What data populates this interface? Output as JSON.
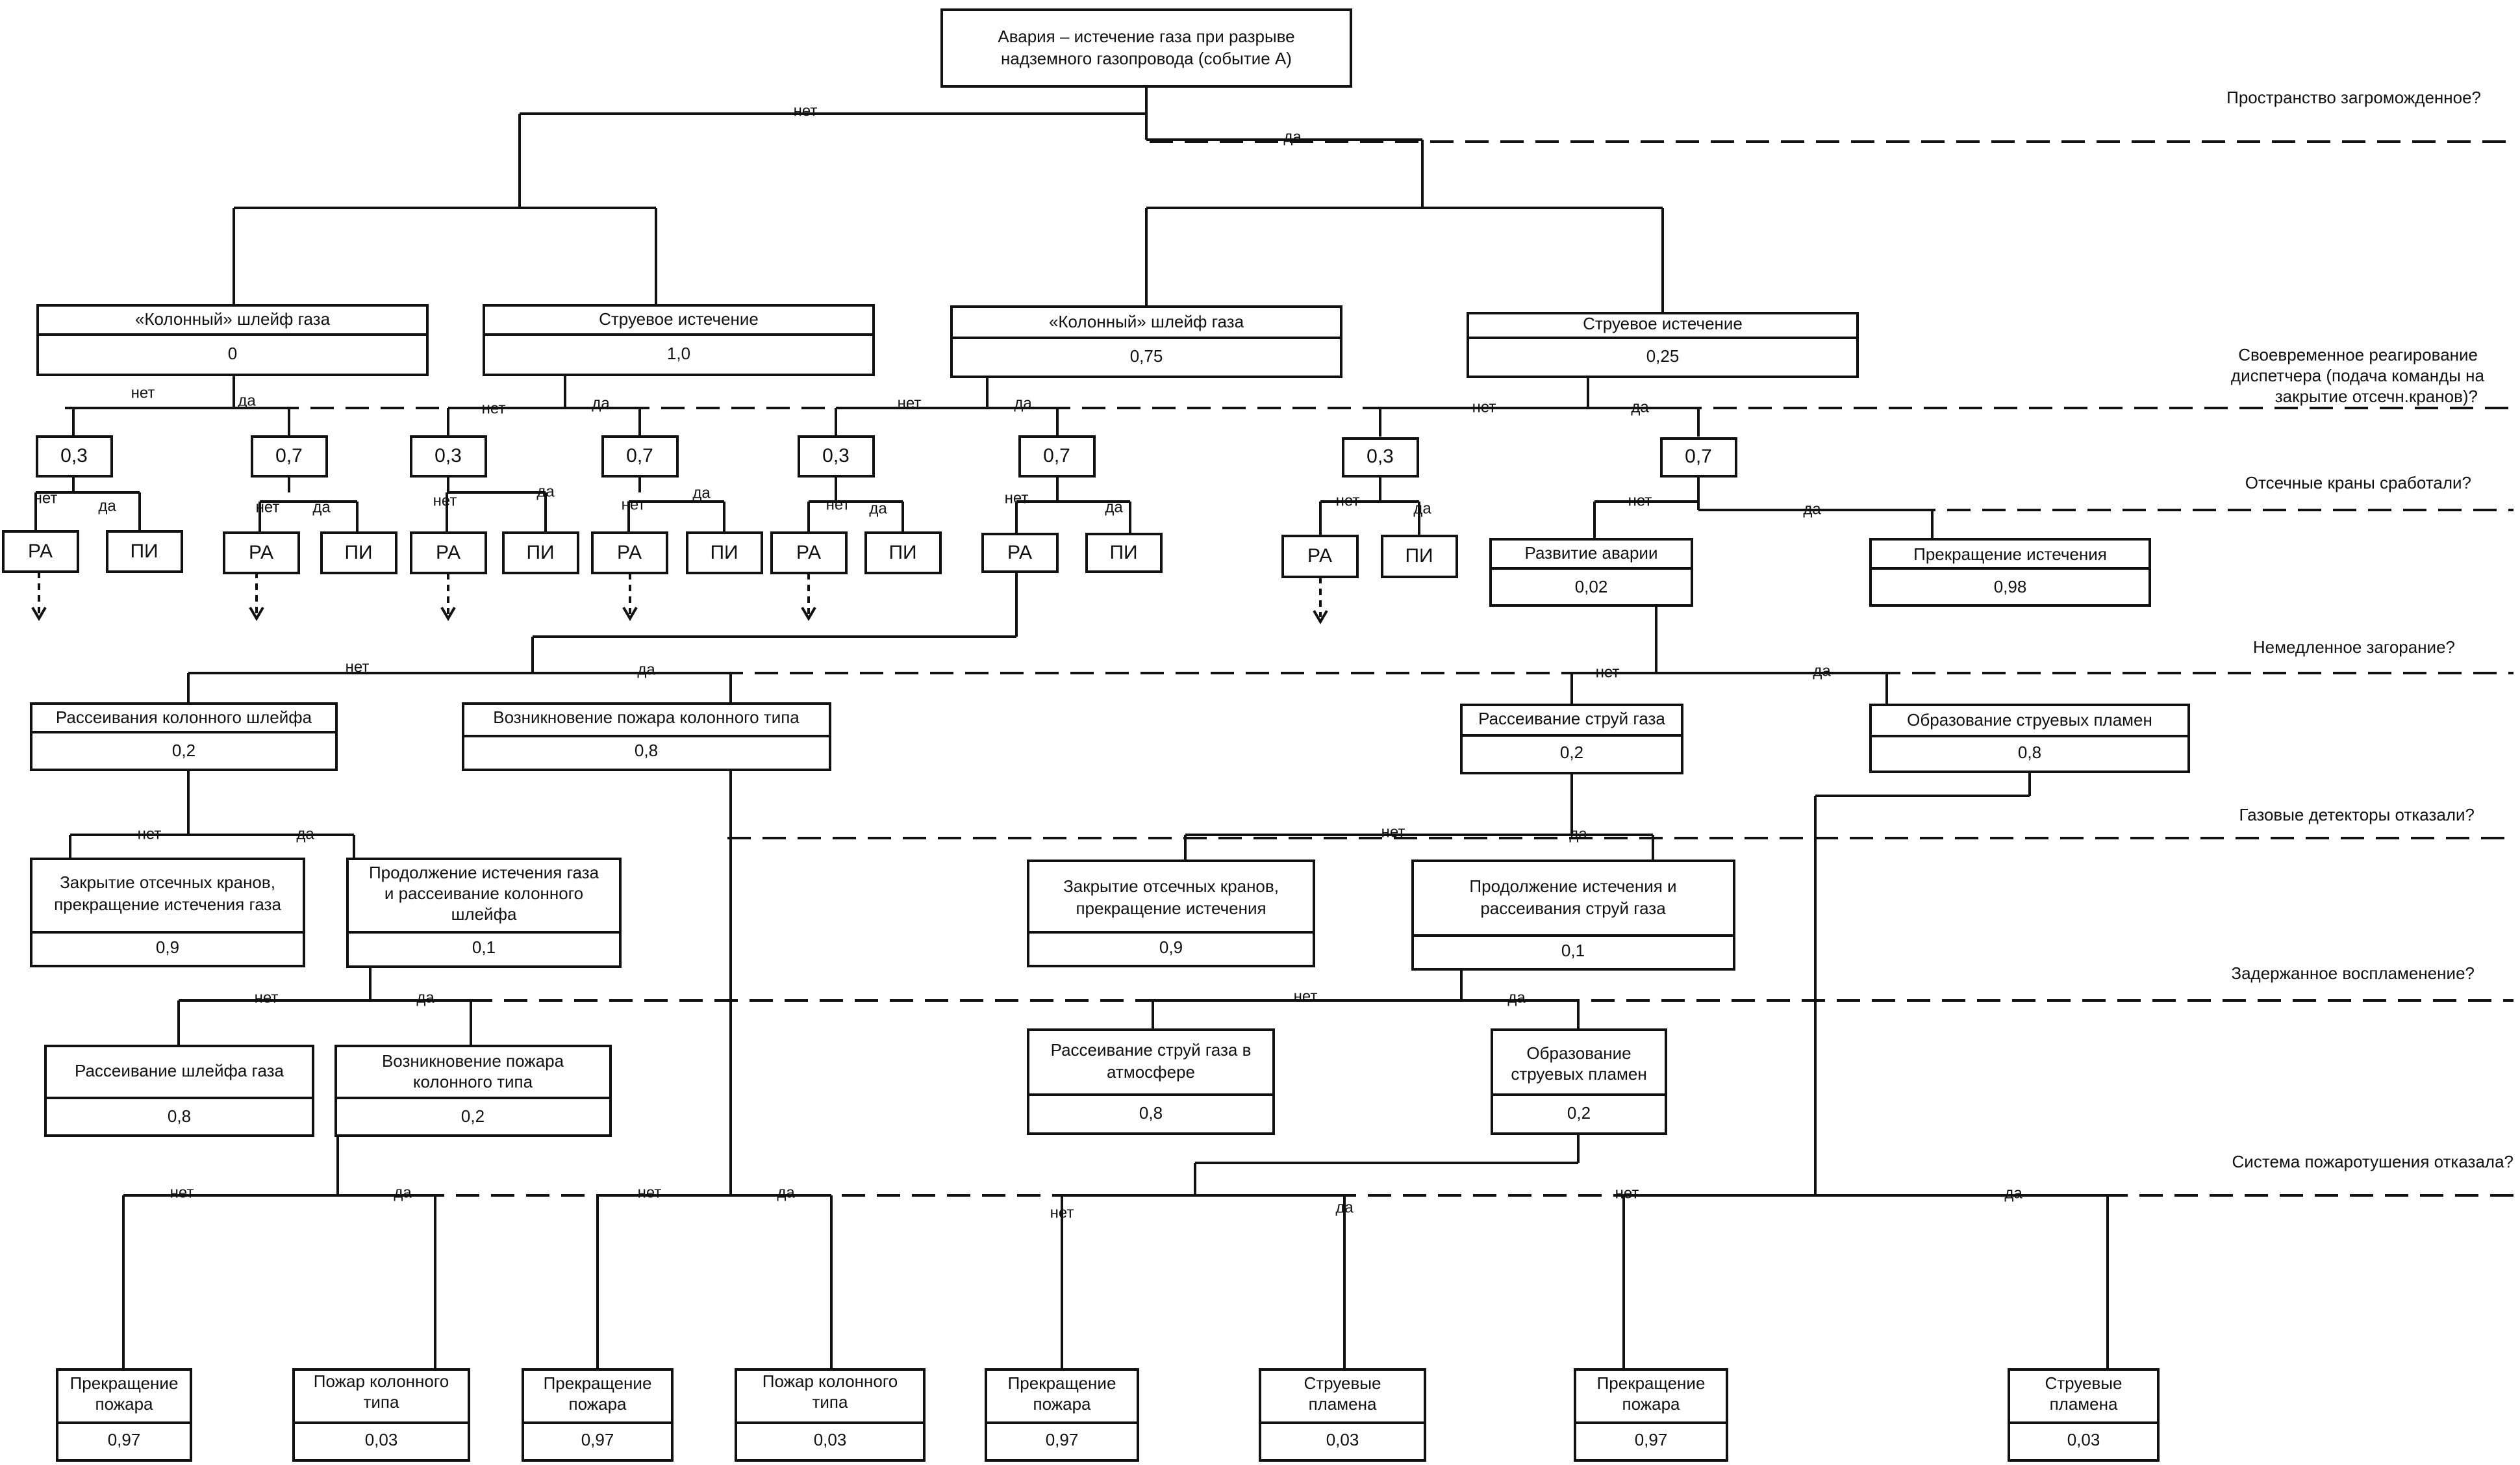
{
  "root": {
    "line1": "Авария – истечение газа при разрыве",
    "line2": "надземного газопровода (событие А)"
  },
  "questions": {
    "q1": "Пространство загроможденное?",
    "q2_l1": "Своевременное реагирование",
    "q2_l2": "диспетчера (подача команды на",
    "q2_l3": "закрытие отсечн.кранов)?",
    "q3": "Отсечные краны сработали?",
    "q4": "Немедленное загорание?",
    "q5": "Газовые детекторы отказали?",
    "q6": "Задержанное воспламенение?",
    "q7": "Система пожаротушения отказала?"
  },
  "yes": "да",
  "no": "нет",
  "level1": [
    {
      "title": "«Колонный» шлейф газа",
      "value": "0"
    },
    {
      "title": "Струевое истечение",
      "value": "1,0"
    },
    {
      "title": "«Колонный» шлейф газа",
      "value": "0,75"
    },
    {
      "title": "Струевое истечение",
      "value": "0,25"
    }
  ],
  "prob": {
    "p03": "0,3",
    "p07": "0,7"
  },
  "leaf": {
    "ra": "РА",
    "pi": "ПИ"
  },
  "dev_accident": {
    "title": "Развитие аварии",
    "value": "0,02"
  },
  "stop_release": {
    "title": "Прекращение истечения",
    "value": "0,98"
  },
  "column_disp": {
    "title": "Рассеивания колонного шлейфа",
    "value": "0,2"
  },
  "column_fire": {
    "title": "Возникновение пожара колонного типа",
    "value": "0,8"
  },
  "jet_disp": {
    "title": "Рассеивание струй газа",
    "value": "0,2"
  },
  "jet_flame": {
    "title": "Образование струевых пламен",
    "value": "0,8"
  },
  "close_valves_a": {
    "l1": "Закрытие отсечных кранов,",
    "l2": "прекращение истечения газа",
    "value": "0,9"
  },
  "continue_a": {
    "l1": "Продолжение истечения газа",
    "l2": "и рассеивание колонного",
    "l3": "шлейфа",
    "value": "0,1"
  },
  "close_valves_b": {
    "l1": "Закрытие отсечных кранов,",
    "l2": "прекращение истечения",
    "value": "0,9"
  },
  "continue_b": {
    "l1": "Продолжение истечения и",
    "l2": "рассеивания струй газа",
    "value": "0,1"
  },
  "plume_disp": {
    "title": "Рассеивание шлейфа газа",
    "value": "0,8"
  },
  "col_fire2": {
    "l1": "Возникновение пожара",
    "l2": "колонного типа",
    "value": "0,2"
  },
  "jet_disp_atm": {
    "l1": "Рассеивание струй газа в",
    "l2": "атмосфере",
    "value": "0,8"
  },
  "jet_flame2": {
    "l1": "Образование",
    "l2": "струевых пламен",
    "value": "0,2"
  },
  "bottom": {
    "stop_l1": "Прекращение",
    "stop_l2": "пожара",
    "stop_value": "0,97",
    "colfire_l1": "Пожар колонного",
    "colfire_l2": "типа",
    "colfire_value": "0,03",
    "jet_l1": "Струевые",
    "jet_l2": "пламена",
    "jet_value": "0,03"
  }
}
